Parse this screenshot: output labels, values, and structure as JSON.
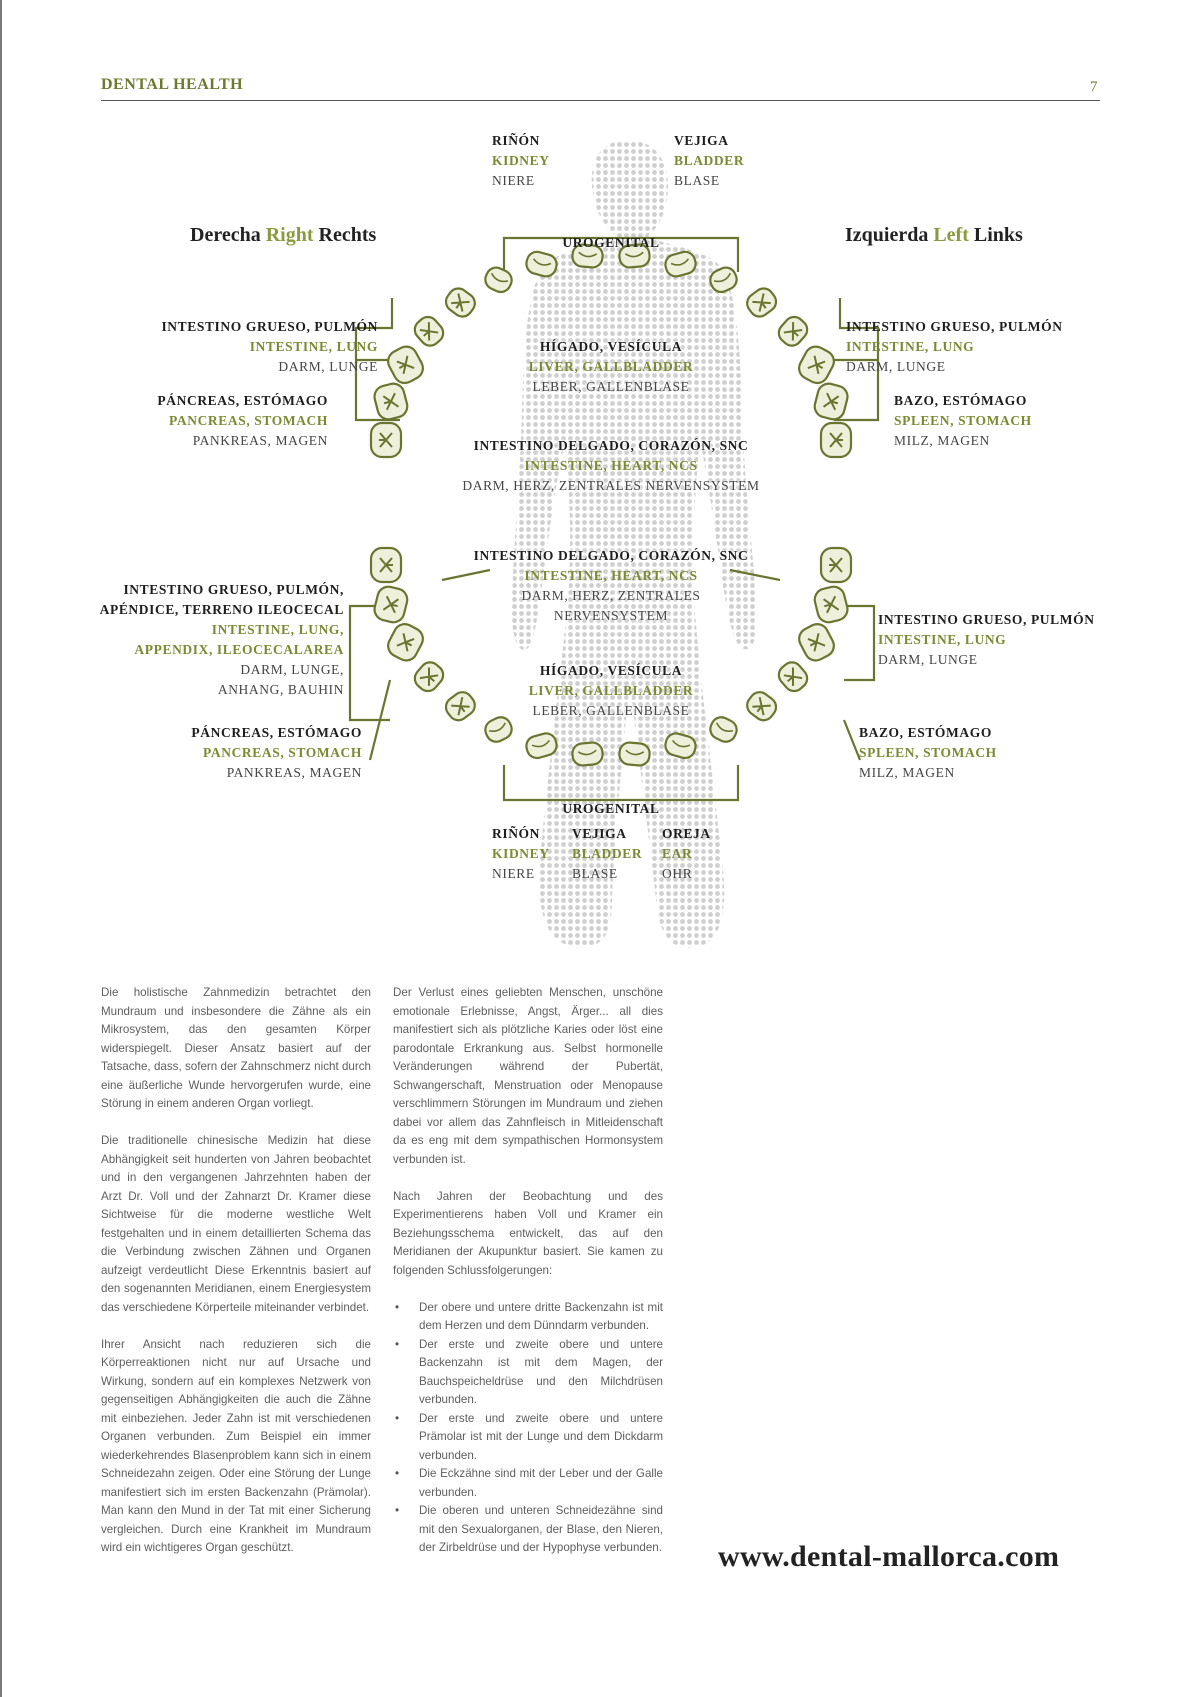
{
  "header": {
    "title": "DENTAL HEALTH",
    "page_number": "7"
  },
  "diagram": {
    "right_heading": {
      "es": "Derecha",
      "en": "Right",
      "de": "Rechts"
    },
    "left_heading": {
      "es": "Izquierda",
      "en": "Left",
      "de": "Links"
    },
    "top": {
      "kidney": {
        "es": "RIÑÓN",
        "en": "KIDNEY",
        "de": "NIERE"
      },
      "bladder": {
        "es": "VEJIGA",
        "en": "BLADDER",
        "de": "BLASE"
      },
      "urogenital": "UROGENITAL",
      "right_intestine": {
        "es": "INTESTINO GRUESO, PULMÓN",
        "en": "INTESTINE, LUNG",
        "de": "DARM, LUNGE"
      },
      "right_pancreas": {
        "es": "PÁNCREAS, ESTÓMAGO",
        "en": "PANCREAS, STOMACH",
        "de": "PANKREAS, MAGEN"
      },
      "left_intestine": {
        "es": "INTESTINO GRUESO, PULMÓN",
        "en": "INTESTINE, LUNG",
        "de": "DARM, LUNGE"
      },
      "left_spleen": {
        "es": "BAZO, ESTÓMAGO",
        "en": "SPLEEN, STOMACH",
        "de": "MILZ, MAGEN"
      },
      "liver": {
        "es": "HÍGADO, VESÍCULA",
        "en": "LIVER, GALLBLADDER",
        "de": "LEBER, GALLENBLASE"
      },
      "heart": {
        "es": "INTESTINO DELGADO, CORAZÓN, SNC",
        "en": "INTESTINE, HEART, NCS",
        "de": "DARM, HERZ, ZENTRALES NERVENSYSTEM"
      }
    },
    "bottom": {
      "heart": {
        "es": "INTESTINO DELGADO, CORAZÓN, SNC",
        "en": "INTESTINE, HEART, NCS",
        "de1": "DARM, HERZ, ZENTRALES",
        "de2": "NERVENSYSTEM"
      },
      "liver": {
        "es": "HÍGADO, VESÍCULA",
        "en": "LIVER, GALLBLADDER",
        "de": "LEBER, GALLENBLASE"
      },
      "right_intestine": {
        "es1": "INTESTINO GRUESO, PULMÓN,",
        "es2": "APÉNDICE, TERRENO ILEOCECAL",
        "en1": "INTESTINE, LUNG,",
        "en2": "APPENDIX, ILEOCECALAREA",
        "de1": "DARM, LUNGE,",
        "de2": "ANHANG, BAUHIN"
      },
      "right_pancreas": {
        "es": "PÁNCREAS, ESTÓMAGO",
        "en": "PANCREAS, STOMACH",
        "de": "PANKREAS, MAGEN"
      },
      "left_intestine": {
        "es": "INTESTINO GRUESO, PULMÓN",
        "en": "INTESTINE, LUNG",
        "de": "DARM, LUNGE"
      },
      "left_spleen": {
        "es": "BAZO, ESTÓMAGO",
        "en": "SPLEEN, STOMACH",
        "de": "MILZ, MAGEN"
      },
      "urogenital": "UROGENITAL",
      "kidney": {
        "es": "RIÑÓN",
        "en": "KIDNEY",
        "de": "NIERE"
      },
      "bladder": {
        "es": "VEJIGA",
        "en": "BLADDER",
        "de": "BLASE"
      },
      "ear": {
        "es": "OREJA",
        "en": "EAR",
        "de": "OHR"
      }
    }
  },
  "body": {
    "col1": [
      "Die holistische Zahnmedizin betrachtet den Mundraum und insbesondere die Zähne als ein Mikrosystem, das den gesamten Körper widerspiegelt. Dieser Ansatz basiert auf der Tatsache, dass, sofern der Zahnschmerz nicht durch eine äußerliche Wunde hervorgerufen wurde, eine Störung in einem anderen Organ vorliegt.",
      "Die traditionelle chinesische Medizin hat diese Abhängigkeit seit hunderten von Jahren beobachtet und in den vergangenen Jahrzehnten haben der Arzt Dr. Voll und der Zahnarzt Dr. Kramer diese Sichtweise für die moderne westliche Welt festgehalten und in einem detaillierten Schema das die Verbindung zwischen Zähnen und Organen aufzeigt verdeutlicht Diese Erkenntnis basiert auf den sogenannten Meridianen, einem Energiesystem das verschiedene Körperteile miteinander verbindet.",
      "Ihrer Ansicht nach reduzieren sich die Körperreaktionen nicht nur auf Ursache und Wirkung, sondern auf ein komplexes Netzwerk von gegenseitigen Abhängigkeiten die auch die Zähne mit einbeziehen. Jeder Zahn ist mit verschiedenen Organen verbunden. Zum Beispiel ein immer wiederkehrendes Blasenproblem kann sich in einem Schneidezahn zeigen. Oder eine Störung der Lunge manifestiert sich im ersten Backenzahn (Prämolar). Man kann den Mund in der Tat mit einer Sicherung vergleichen. Durch eine Krankheit im Mundraum wird ein wichtigeres Organ geschützt."
    ],
    "col2": [
      "Der Verlust eines geliebten Menschen, unschöne emotionale Erlebnisse, Angst, Ärger... all dies manifestiert sich als plötzliche Karies oder löst eine parodontale Erkrankung aus. Selbst hormonelle Veränderungen während der Pubertät, Schwangerschaft, Menstruation oder Menopause verschlimmern Störungen im Mundraum und ziehen dabei vor allem das Zahnfleisch in Mitleidenschaft da es eng mit dem sympathischen Hormonsystem verbunden ist.",
      "Nach Jahren der Beobachtung und des Experimentierens haben Voll und Kramer ein Beziehungsschema entwickelt, das auf den Meridianen der Akupunktur basiert. Sie kamen zu folgenden Schlussfolgerungen:"
    ],
    "bullets": [
      "Der obere und untere dritte Backenzahn ist mit dem Herzen und dem Dünndarm verbunden.",
      "Der erste und zweite obere und untere Backenzahn ist mit dem Magen, der Bauchspeicheldrüse und den Milchdrüsen verbunden.",
      "Der erste und zweite obere und untere Prämolar ist mit der Lunge und dem Dickdarm verbunden.",
      "Die Eckzähne sind mit der Leber und der Galle verbunden.",
      "Die oberen und unteren Schneidezähne sind mit den Sexualorganen, der Blase, den Nieren, der Zirbeldrüse und der Hypophyse verbunden."
    ]
  },
  "footer": {
    "url": "www.dental-mallorca.com"
  },
  "colors": {
    "accent": "#6b7a2e",
    "line": "#6a7530",
    "tooth_fill": "#eef0dc"
  }
}
